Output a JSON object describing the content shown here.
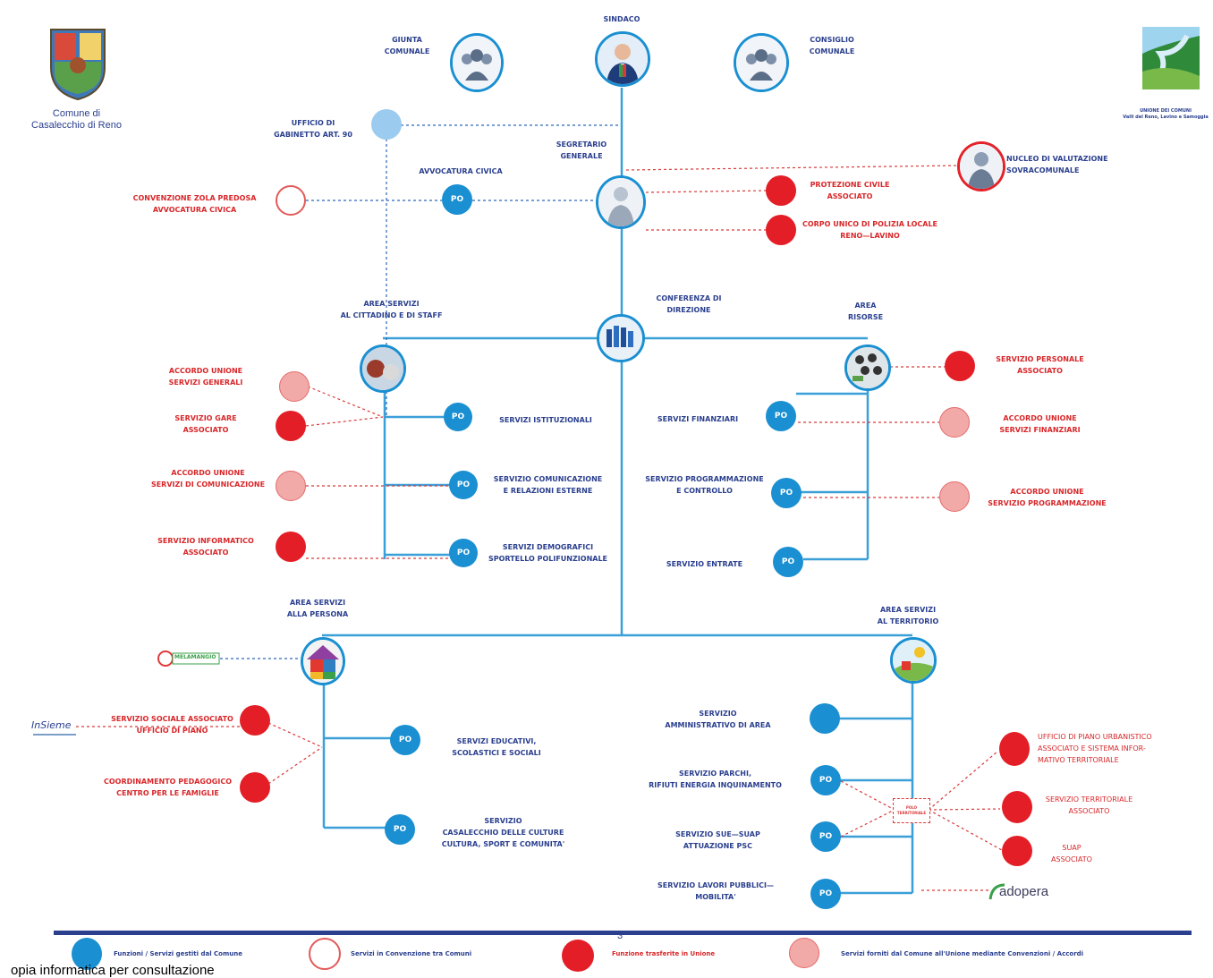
{
  "colors": {
    "primary_blue": "#1a8fd1",
    "line_blue": "#3b9fd8",
    "dark_blue": "#2a3f8e",
    "red": "#e41e26",
    "pink": "#f2aaa9",
    "dashed_red": "#d83a3a"
  },
  "header": {
    "comune_name": "Comune di\nCasalecchio di Reno",
    "unione_caption": "UNIONE DEI COMUNI\nValli del Reno, Lavino e Samoggia"
  },
  "top": {
    "sindaco": "SINDACO",
    "giunta": "GIUNTA\nCOMUNALE",
    "consiglio": "CONSIGLIO\nCOMUNALE",
    "gabinetto": "UFFICIO DI\nGABINETTO ART. 90",
    "segretario": "SEGRETARIO\nGENERALE",
    "avvocatura": "AVVOCATURA CIVICA",
    "convenzione_zola": "CONVENZIONE ZOLA PREDOSA\nAVVOCATURA CIVICA",
    "nucleo": "NUCLEO DI VALUTAZIONE\nSOVRACOMUNALE",
    "protezione": "PROTEZIONE CIVILE\nASSOCIATO",
    "polizia": "CORPO UNICO DI POLIZIA LOCALE\nRENO—LAVINO",
    "conferenza": "CONFERENZA DI\nDIREZIONE"
  },
  "po_label": "PO",
  "area_staff": {
    "title": "AREA SERVIZI\nAL CITTADINO E DI STAFF",
    "left": [
      "ACCORDO UNIONE\nSERVIZI GENERALI",
      "SERVIZIO GARE\nASSOCIATO",
      "ACCORDO UNIONE\nSERVIZI DI COMUNICAZIONE",
      "SERVIZIO INFORMATICO\nASSOCIATO"
    ],
    "services": [
      "SERVIZI ISTITUZIONALI",
      "SERVIZIO COMUNICAZIONE\nE RELAZIONI ESTERNE",
      "SERVIZI DEMOGRAFICI\nSPORTELLO POLIFUNZIONALE"
    ]
  },
  "area_risorse": {
    "title": "AREA\nRISORSE",
    "services": [
      "SERVIZI FINANZIARI",
      "SERVIZIO PROGRAMMAZIONE\nE CONTROLLO",
      "SERVIZIO ENTRATE"
    ],
    "right": [
      "SERVIZIO PERSONALE\nASSOCIATO",
      "ACCORDO UNIONE\nSERVIZI FINANZIARI",
      "ACCORDO UNIONE\nSERVIZIO PROGRAMMAZIONE"
    ]
  },
  "area_persona": {
    "title": "AREA SERVIZI\nALLA PERSONA",
    "melamangio": "MELAMANGIO",
    "insieme": "InSieme",
    "left": [
      "SERVIZIO SOCIALE ASSOCIATO\nUFFICIO DI PIANO",
      "COORDINAMENTO PEDAGOGICO\nCENTRO PER LE FAMIGLIE"
    ],
    "services": [
      "SERVIZI EDUCATIVI,\nSCOLASTICI E SOCIALI",
      "SERVIZIO\nCASALECCHIO DELLE CULTURE\nCULTURA, SPORT E COMUNITA'"
    ]
  },
  "area_territorio": {
    "title": "AREA SERVIZI\nAL TERRITORIO",
    "services": [
      "SERVIZIO\nAMMINISTRATIVO DI AREA",
      "SERVIZIO PARCHI,\nRIFIUTI ENERGIA INQUINAMENTO",
      "SERVIZIO SUE—SUAP\nATTUAZIONE PSC",
      "SERVIZIO LAVORI PUBBLICI—\nMOBILITA'"
    ],
    "hub": "POLO\nTERRITORIALE",
    "right": [
      "UFFICIO DI PIANO URBANISTICO\nASSOCIATO E SISTEMA INFOR-\nMATIVO TERRITORIALE",
      "SERVIZIO TERRITORIALE\nASSOCIATO",
      "SUAP\nASSOCIATO"
    ],
    "adopera": "adopera"
  },
  "legend": [
    "Funzioni / Servizi gestiti dal Comune",
    "Servizi in Convenzione tra Comuni",
    "Funzione trasferite in Unione",
    "Servizi forniti dal Comune all'Unione mediante Convenzioni / Accordi"
  ],
  "page_number": "3",
  "footer_text": "opia informatica per consultazione"
}
